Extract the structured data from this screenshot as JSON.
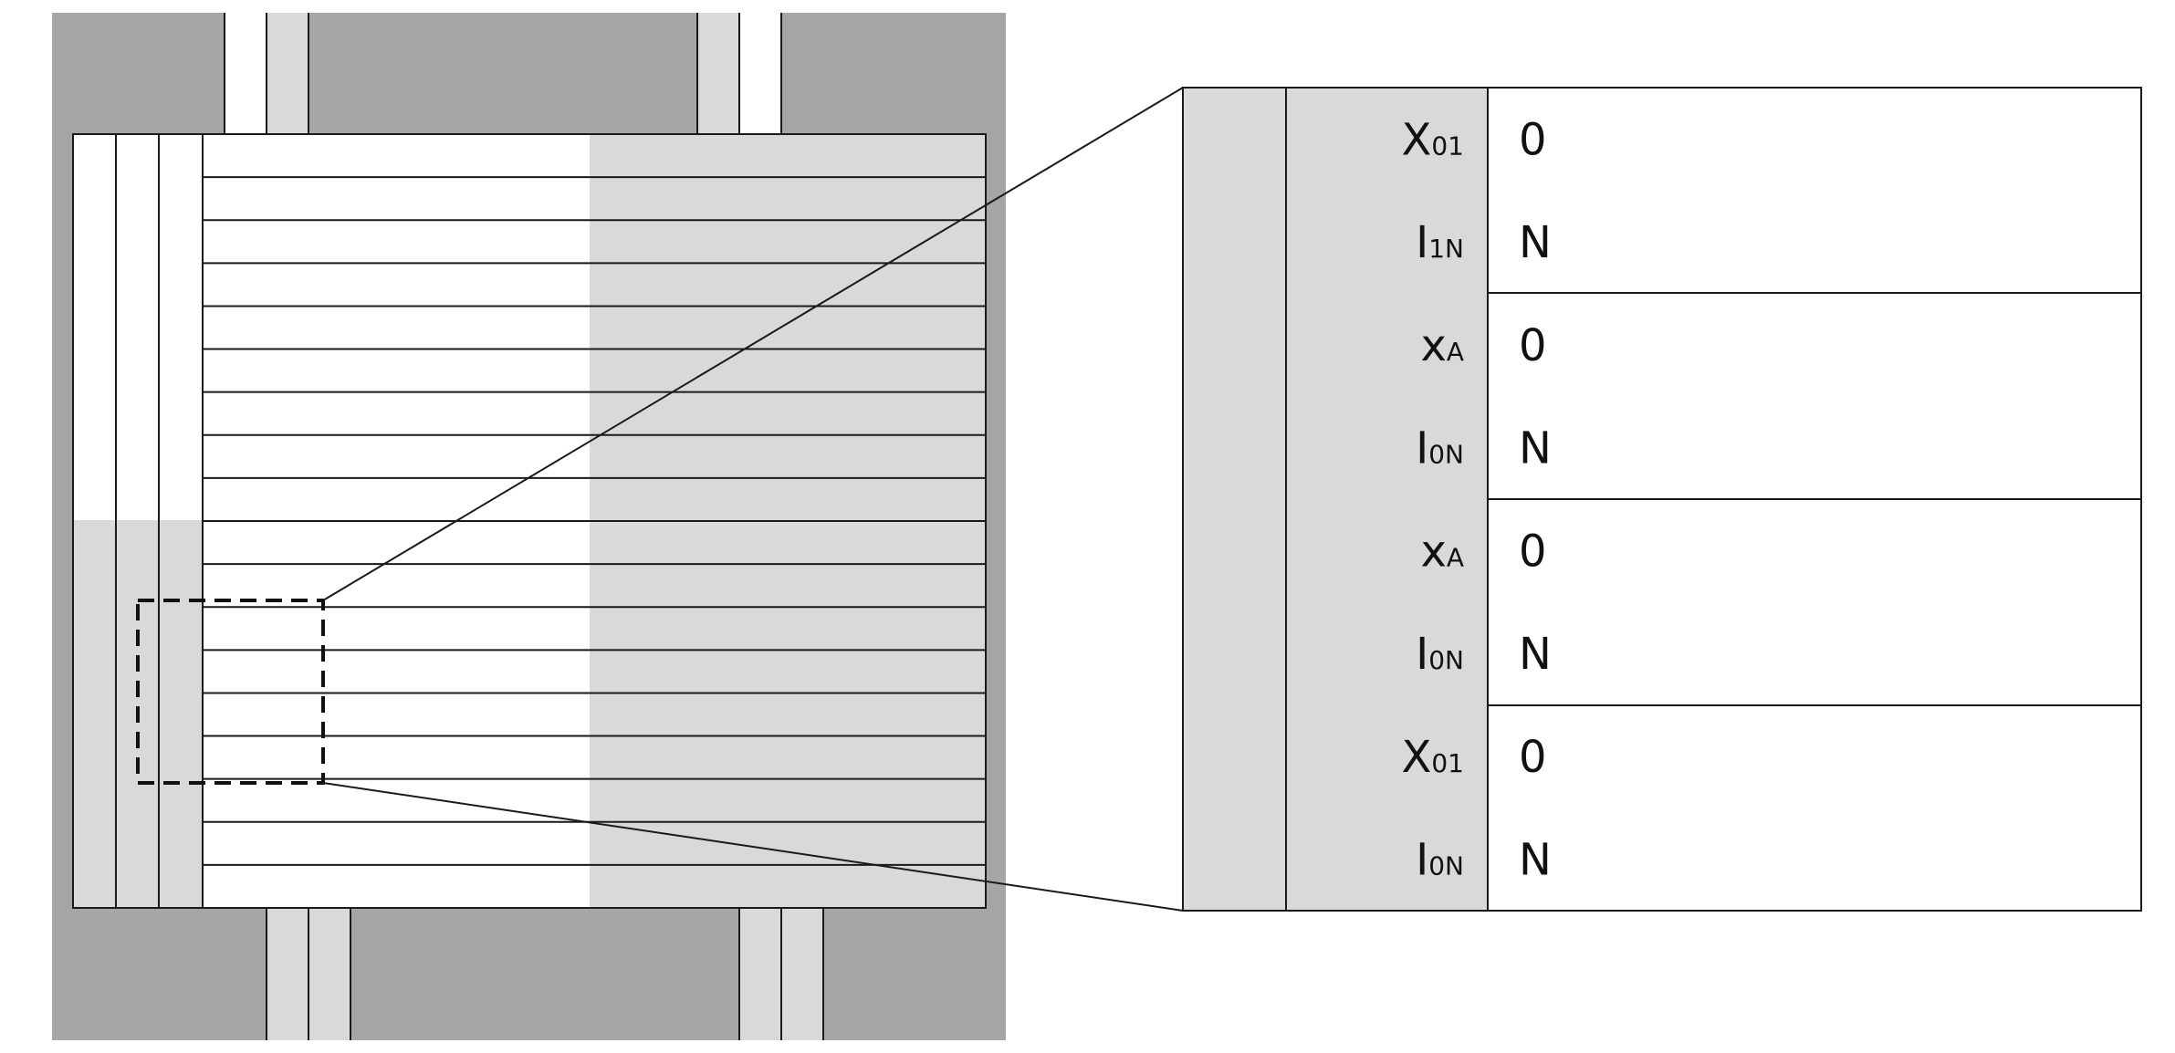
{
  "colors": {
    "background": "#ffffff",
    "dark_gray": "#a6a6a6",
    "light_gray": "#d9d9d9",
    "line": "#1a1a1a"
  },
  "zoom_rows": [
    {
      "symbol": "X",
      "subscript": "01",
      "value": "0"
    },
    {
      "symbol": "I",
      "subscript": "1N",
      "value": "N"
    },
    {
      "symbol": "x",
      "subscript": "A",
      "value": "0"
    },
    {
      "symbol": "I",
      "subscript": "0N",
      "value": "N"
    },
    {
      "symbol": "x",
      "subscript": "A",
      "value": "0"
    },
    {
      "symbol": "I",
      "subscript": "0N",
      "value": "N"
    },
    {
      "symbol": "X",
      "subscript": "01",
      "value": "0"
    },
    {
      "symbol": "I",
      "subscript": "0N",
      "value": "N"
    }
  ]
}
